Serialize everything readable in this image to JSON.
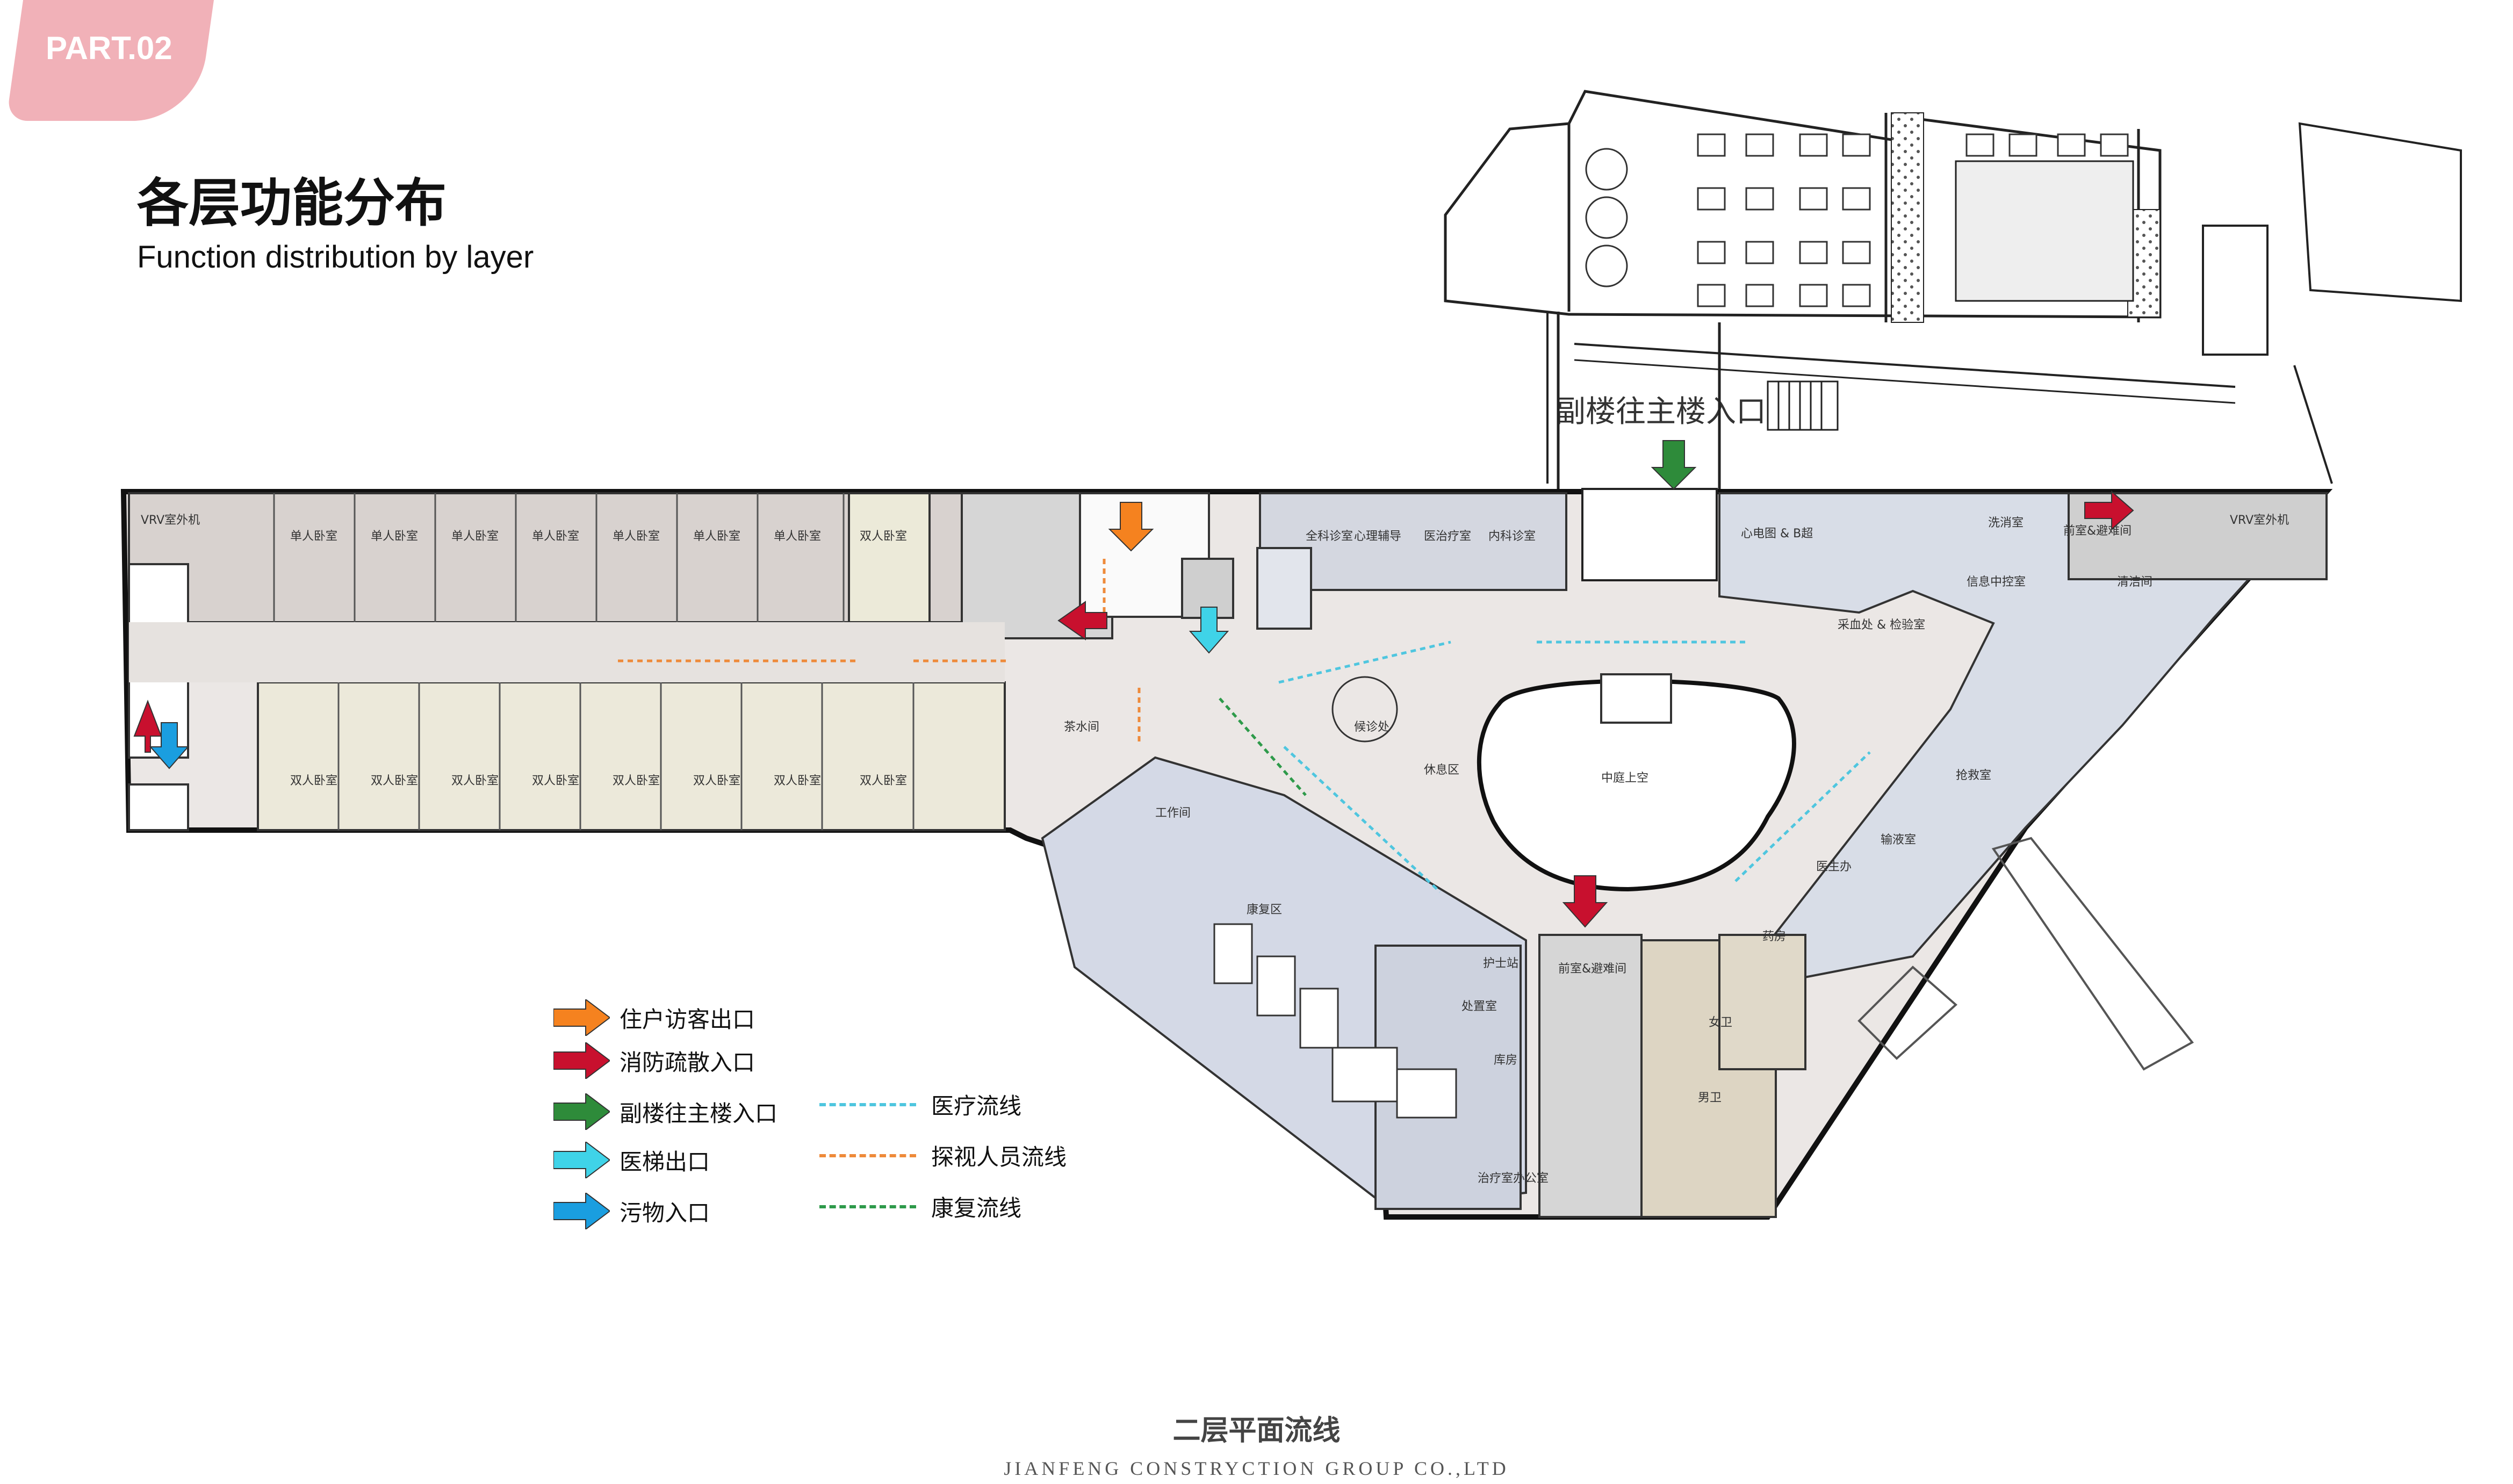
{
  "header": {
    "part_label": "PART.02",
    "title_cn": "各层功能分布",
    "title_en": "Function distribution by layer"
  },
  "plan": {
    "annex_entrance_label": "副楼往主楼入口",
    "rooms": {
      "vrv_left": "VRV室外机",
      "vrv_right": "VRV室外机",
      "single_room": "单人卧室",
      "double_room": "双人卧室",
      "tea_room": "茶水间",
      "nurse_station": "护士站",
      "rehab": "康复区",
      "ecg": "心电图 & B超",
      "lab": "采血处 & 检验室",
      "rescue": "抢救室",
      "infusion": "输液室",
      "doctor": "医生办",
      "pharmacy": "药房",
      "female_wc": "女卫",
      "male_wc": "男卫",
      "therapy_office": "治疗室办公室",
      "disposal": "处置室",
      "storage": "库房",
      "courtyard": "中庭上空",
      "lounge": "休息区",
      "consult_1": "全科诊室",
      "consult_2": "心理辅导",
      "consult_3": "医治疗室",
      "consult_4": "内科诊室",
      "waiting": "候诊处",
      "work_room": "工作间",
      "refuge": "前室&避难间",
      "wash": "洗消室",
      "info": "信息中控室",
      "cleaning": "清洁间"
    }
  },
  "legend": {
    "items": [
      {
        "label": "住户访客出口",
        "color": "#f5821f"
      },
      {
        "label": "消防疏散入口",
        "color": "#c8102e"
      },
      {
        "label": "副楼往主楼入口",
        "color": "#2e8b3a"
      },
      {
        "label": "医梯出口",
        "color": "#3fd3e8"
      },
      {
        "label": "污物入口",
        "color": "#1a9ee0"
      }
    ],
    "flows": [
      {
        "label": "医疗流线",
        "color": "#4fc6df"
      },
      {
        "label": "探视人员流线",
        "color": "#ee8a3a"
      },
      {
        "label": "康复流线",
        "color": "#2e9a4a"
      }
    ]
  },
  "footer": {
    "caption": "二层平面流线",
    "company": "JIANFENG CONSTRYCTION GROUP CO.,LTD"
  }
}
